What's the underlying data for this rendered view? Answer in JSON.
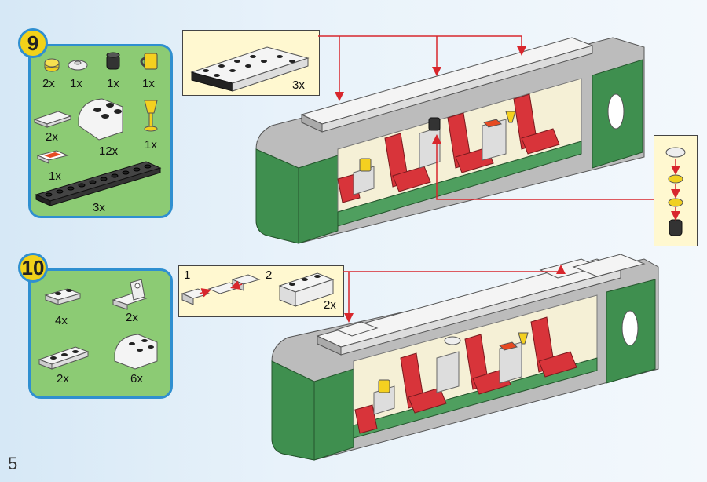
{
  "page": {
    "number": "5"
  },
  "step9": {
    "number": "9",
    "parts": {
      "round_plate_qty": "2x",
      "dish_qty": "1x",
      "black_round_qty": "1x",
      "cup_qty": "1x",
      "tile_qty": "2x",
      "curved_slope_qty": "12x",
      "goblet_qty": "1x",
      "printed_tile_qty": "1x",
      "long_plate_qty": "3x"
    },
    "callout_qty": "3x"
  },
  "step10": {
    "number": "10",
    "parts": {
      "plate_1x2_qty": "4x",
      "hinge_plate_qty": "2x",
      "plate_1x3_qty": "2x",
      "slope_qty": "6x"
    },
    "callout": {
      "sub1": "1",
      "sub2": "2",
      "qty": "2x"
    }
  },
  "colors": {
    "accent_blue": "#2f8fd0",
    "panel_green": "#8ccb74",
    "badge_yellow": "#f2d21a",
    "arrow_red": "#d8262c",
    "callout_fill": "#fff8d0",
    "train_green": "#3f8f4f",
    "seat_red": "#d8343a"
  }
}
